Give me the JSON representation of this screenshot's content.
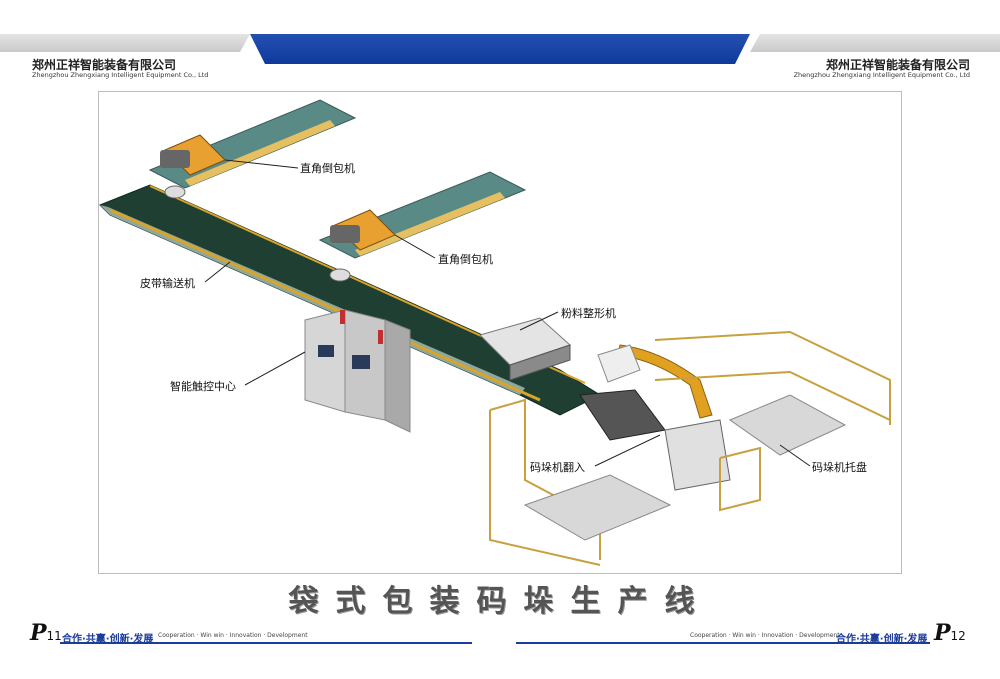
{
  "header": {
    "company_cn": "郑州正祥智能装备有限公司",
    "company_en": "Zhengzhou Zhengxiang Intelligent Equipment Co., Ltd"
  },
  "labels": {
    "right_angle_turner_1": "直角倒包机",
    "right_angle_turner_2": "直角倒包机",
    "belt_conveyor": "皮带输送机",
    "powder_shaping": "粉料整形机",
    "touch_control": "智能触控中心",
    "palletizer_infeed": "码垛机翻入",
    "palletizer_pallet": "码垛机托盘"
  },
  "title": "袋式包装码垛生产线",
  "footer": {
    "left_page_letter": "P",
    "left_page_num": "11",
    "right_page_letter": "P",
    "right_page_num": "12",
    "slogan_cn": "合作·共赢·创新·发展",
    "slogan_en": "Cooperation · Win win · Innovation · Development"
  },
  "colors": {
    "brand_blue": "#0d3a9c",
    "belt_green": "#1f3f33",
    "rail_orange": "#d8a42a",
    "robot_orange": "#e0a020"
  }
}
